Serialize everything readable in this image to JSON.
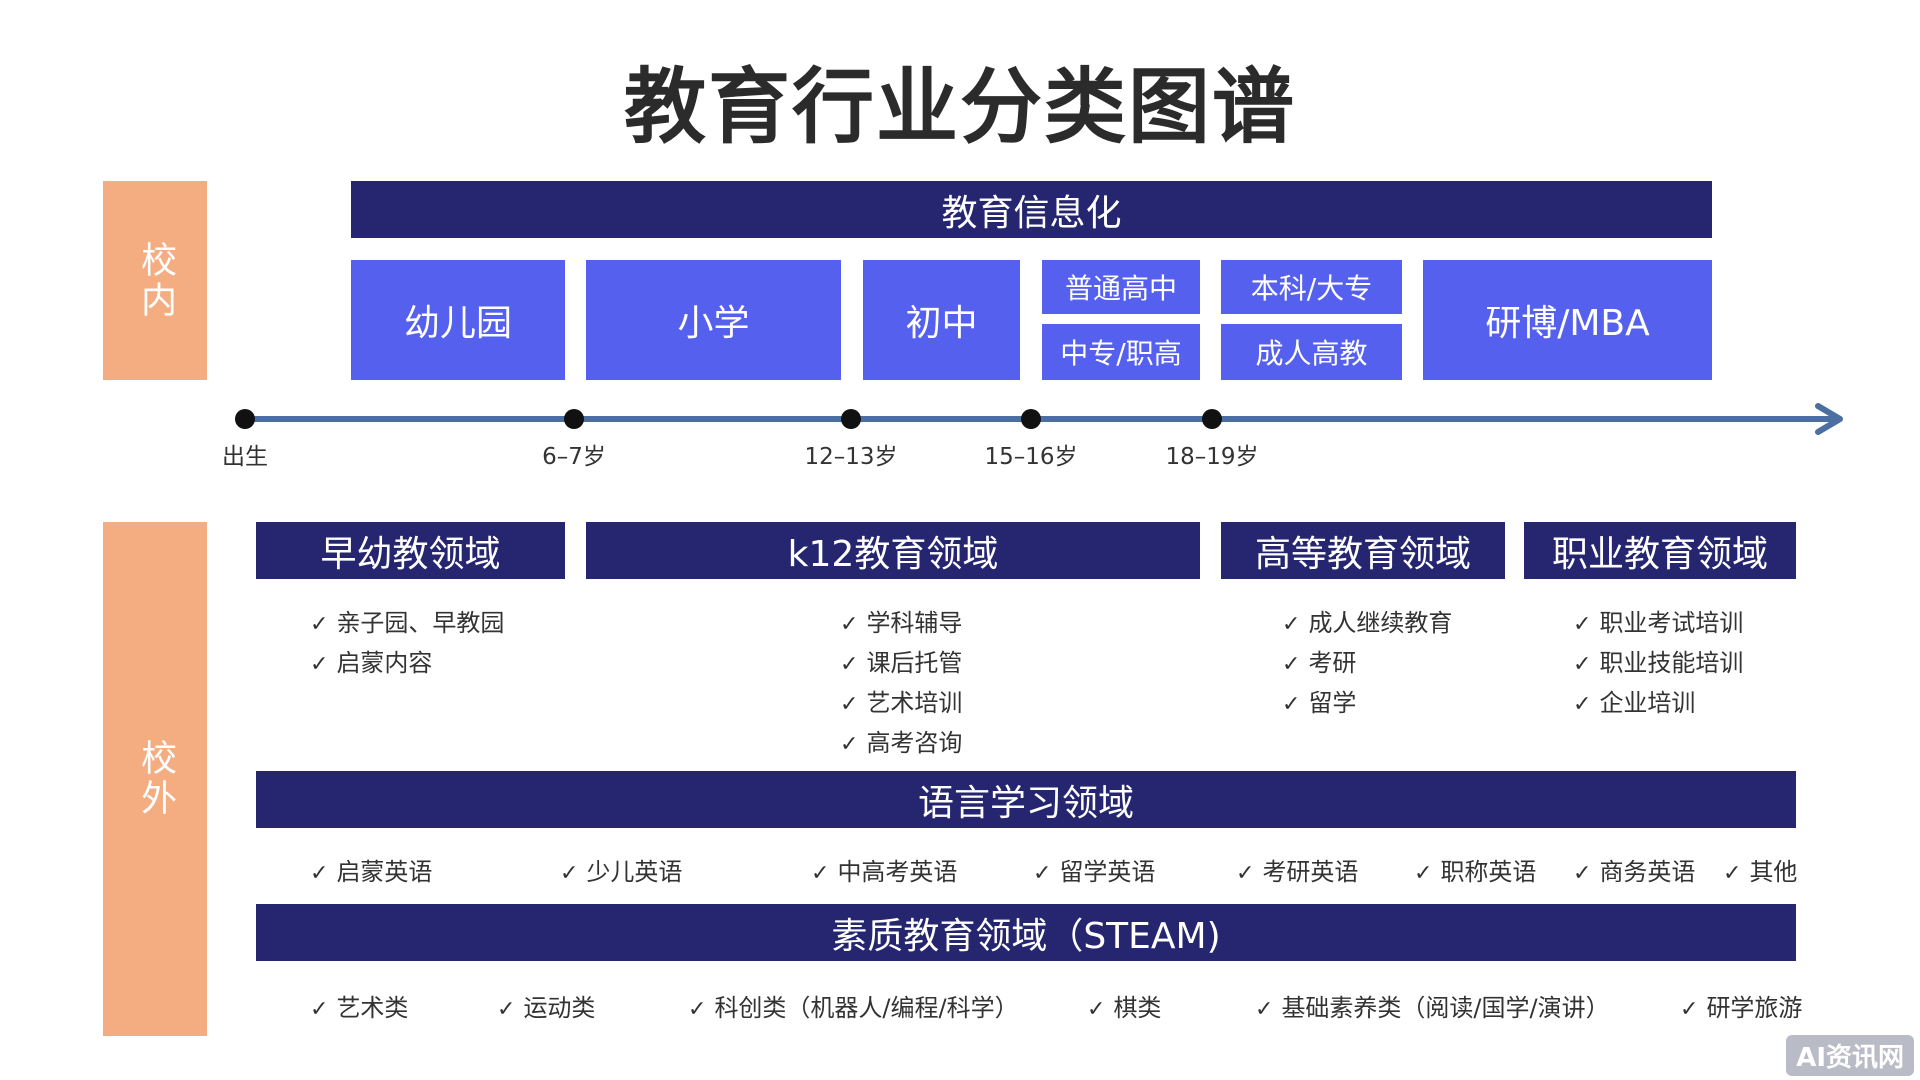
{
  "title": "教育行业分类图谱",
  "side_labels": {
    "in_school": "校内",
    "out_school": "校外"
  },
  "in_school": {
    "banner": "教育信息化",
    "stages": {
      "kindergarten": "幼儿园",
      "primary": "小学",
      "junior": "初中",
      "senior_top": "普通高中",
      "senior_bottom": "中专/职高",
      "college_top": "本科/大专",
      "college_bottom": "成人高教",
      "postgrad": "研博/MBA"
    }
  },
  "timeline": {
    "ticks": [
      "出生",
      "6–7岁",
      "12–13岁",
      "15–16岁",
      "18–19岁"
    ]
  },
  "domains": {
    "early": {
      "label": "早幼教领域",
      "items": [
        "亲子园、早教园",
        "启蒙内容"
      ]
    },
    "k12": {
      "label": "k12教育领域",
      "items": [
        "学科辅导",
        "课后托管",
        "艺术培训",
        "高考咨询"
      ]
    },
    "higher": {
      "label": "高等教育领域",
      "items": [
        "成人继续教育",
        "考研",
        "留学"
      ]
    },
    "vocational": {
      "label": "职业教育领域",
      "items": [
        "职业考试培训",
        "职业技能培训",
        "企业培训"
      ]
    }
  },
  "language": {
    "label": "语言学习领域",
    "items": [
      "启蒙英语",
      "少儿英语",
      "中高考英语",
      "留学英语",
      "考研英语",
      "职称英语",
      "商务英语",
      "其他"
    ]
  },
  "steam": {
    "label": "素质教育领域（STEAM)",
    "items": [
      "艺术类",
      "运动类",
      "科创类（机器人/编程/科学）",
      "棋类",
      "基础素养类（阅读/国学/演讲）",
      "研学旅游"
    ]
  },
  "check_mark": "✓",
  "watermark": "AI资讯网",
  "colors": {
    "navy": "#25266f",
    "blue": "#5561ee",
    "peach": "#f3ad80",
    "timeline": "#4a6fa0"
  }
}
